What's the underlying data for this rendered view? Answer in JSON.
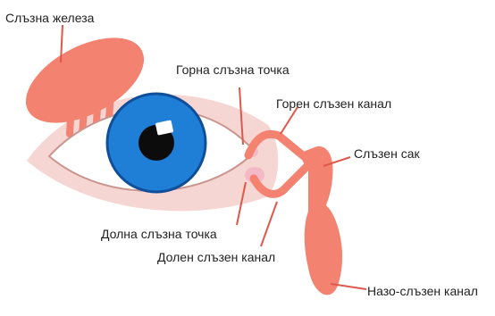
{
  "labels": {
    "gland": "Слъзна железа",
    "upper_punctum": "Горна слъзна точка",
    "upper_canal": "Горен слъзен канал",
    "sac": "Слъзен сак",
    "lower_punctum": "Долна слъзна точка",
    "lower_canal": "Долен слъзен канал",
    "nasolacrimal_duct": "Назо-слъзен канал"
  },
  "colors": {
    "tissue": "#f48270",
    "tissue_dark": "#d9604f",
    "iris": "#1f7fd6",
    "pupil": "#0c0c0c",
    "sclera": "#ffffff",
    "lid_skin": "#f6d6d2",
    "punctum": "#f3b9c6",
    "leader": "#e0574b"
  }
}
